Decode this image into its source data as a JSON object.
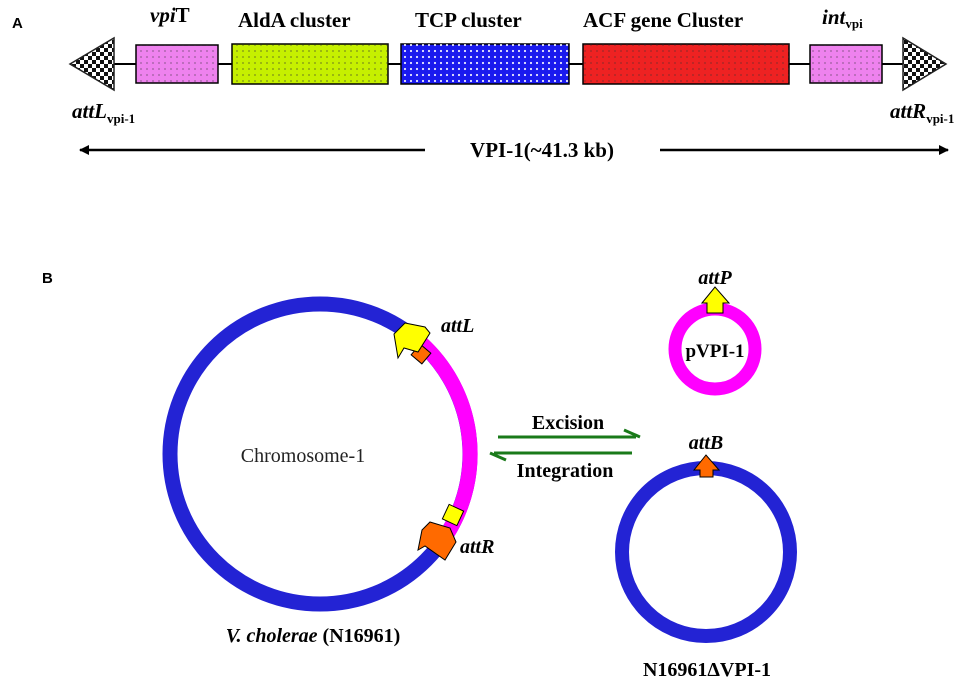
{
  "panel_a": {
    "label": "A",
    "genes": [
      {
        "id": "vpit",
        "name_italic": "vpi",
        "name_rest": "T",
        "color": "#ee82ee"
      },
      {
        "id": "alda",
        "name": "AldA cluster",
        "color": "#c6f000"
      },
      {
        "id": "tcp",
        "name": "TCP cluster",
        "color": "#1a1aee"
      },
      {
        "id": "acf",
        "name": "ACF gene Cluster",
        "color": "#ee2222"
      },
      {
        "id": "int",
        "name_italic": "int",
        "name_sub": "vpi",
        "color": "#ee82ee"
      }
    ],
    "attL": {
      "main": "attL",
      "sub": "vpi-1"
    },
    "attR": {
      "main": "attR",
      "sub": "vpi-1"
    },
    "span_label": "VPI-1(~41.3 kb)"
  },
  "panel_b": {
    "label": "B",
    "chromosome_label": "Chromosome-1",
    "attL_label": "attL",
    "attR_label": "attR",
    "excision_label": "Excision",
    "integration_label": "Integration",
    "plasmid_label": "pVPI-1",
    "attP_label": "attP",
    "attB_label": "attB",
    "strain_italic": "V. cholerae",
    "strain_rest": " (N16961)",
    "mutant_label": "N16961ΔVPI-1",
    "colors": {
      "chromosome": "#2323d4",
      "island": "#ff00ff",
      "site_yellow": "#ffff00",
      "site_orange": "#ff6a00",
      "arrow_green": "#1a7a1a"
    }
  }
}
